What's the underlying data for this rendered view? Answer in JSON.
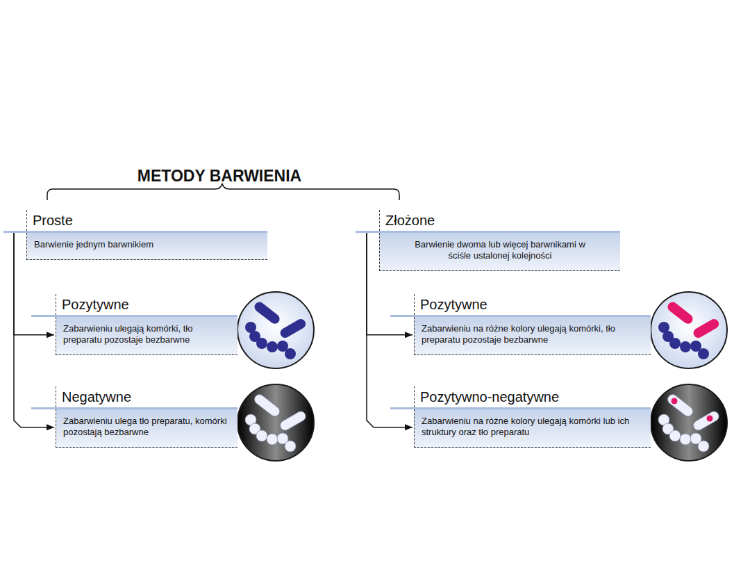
{
  "diagram": {
    "title": "METODY BARWIENIA",
    "nodes": [
      {
        "text": [
          "Proste",
          "Barwienie jednym barwnikiem"
        ]
      },
      {
        "text": [
          "Pozytywne",
          "Zabarwieniu ulegają komórki, tło preparatu pozostaje bezbarwne"
        ]
      },
      {
        "text": [
          "Negatywne",
          "Zabarwieniu ulega tło preparatu, komórki pozostają bezbarwne"
        ]
      },
      {
        "text": [
          "Złożone",
          "Barwienie dwoma lub więcej barwnikami w ściśle ustalonej kolejności"
        ]
      },
      {
        "text": [
          "Pozytywne",
          "Zabarwieniu na różne kolory ulegają komórki, tło preparatu pozostaje bezbarwne"
        ]
      },
      {
        "text": [
          "Pozytywno-negatywne",
          "Zabarwieniu na różne kolory ulegają komórki lub ich struktury oraz tło preparatu"
        ]
      }
    ],
    "edges": [
      {
        "from": 0,
        "to": 1,
        "arrow": "to"
      },
      {
        "from": 0,
        "to": 2,
        "arrow": "to"
      },
      {
        "from": 3,
        "to": 4,
        "arrow": "to"
      },
      {
        "from": 3,
        "to": 5,
        "arrow": "to"
      }
    ]
  }
}
